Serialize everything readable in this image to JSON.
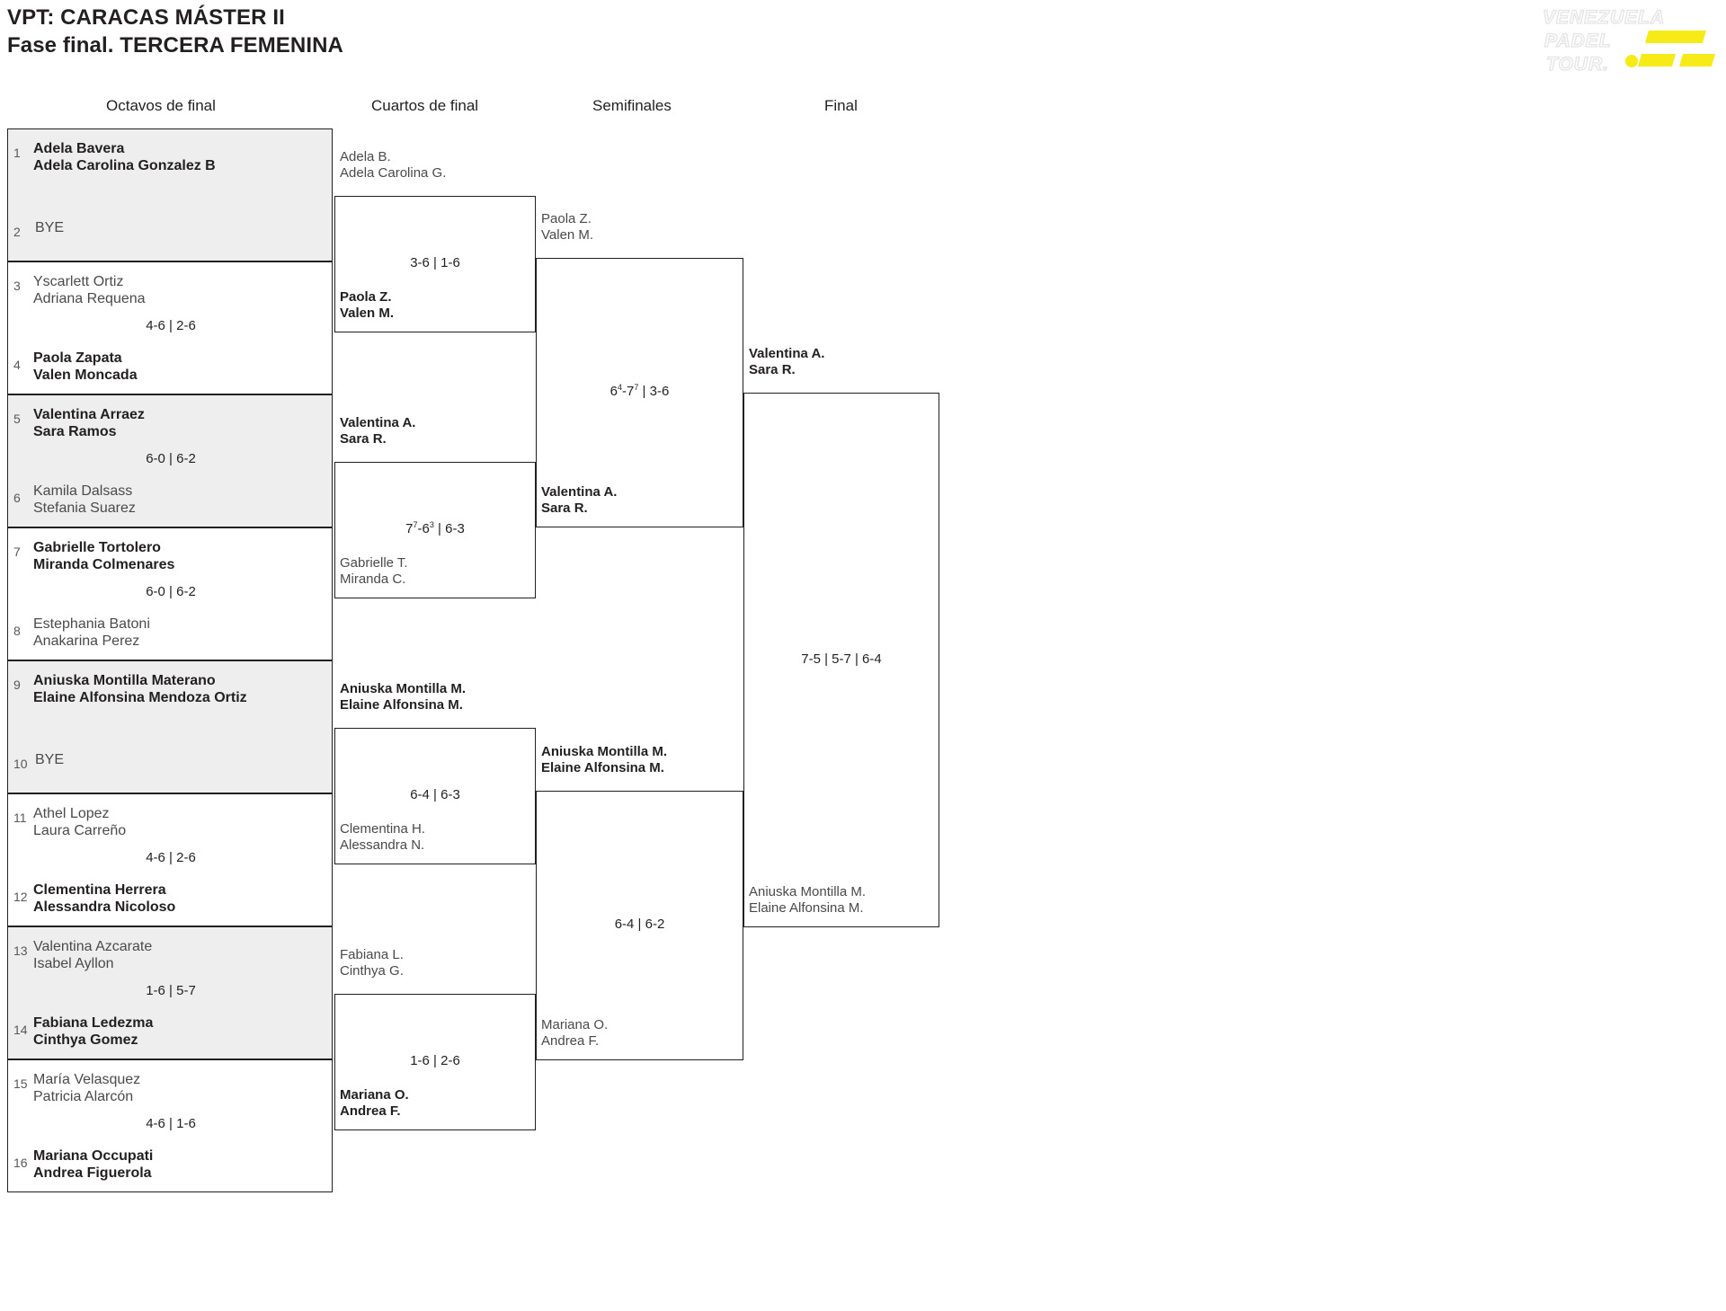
{
  "header": {
    "title_line1": "VPT: CARACAS MÁSTER II",
    "title_line2": "Fase final. TERCERA FEMENINA",
    "logo": {
      "line1": "VENEZUELA",
      "line2": "PADEL",
      "line3": "TOUR.",
      "accent_color": "#F6EB16"
    }
  },
  "rounds": [
    {
      "label": "Octavos de final"
    },
    {
      "label": "Cuartos de final"
    },
    {
      "label": "Semifinales"
    },
    {
      "label": "Final"
    }
  ],
  "round1": [
    {
      "shaded": true,
      "top": {
        "seed": "1",
        "p1": "Adela Bavera",
        "p2": "Adela Carolina Gonzalez B",
        "winner": true
      },
      "bottom": {
        "seed": "2",
        "bye": "BYE"
      },
      "score": ""
    },
    {
      "shaded": false,
      "top": {
        "seed": "3",
        "p1": "Yscarlett Ortiz",
        "p2": "Adriana Requena",
        "winner": false
      },
      "bottom": {
        "seed": "4",
        "p1": "Paola Zapata",
        "p2": "Valen Moncada",
        "winner": true
      },
      "score": "4-6 | 2-6"
    },
    {
      "shaded": true,
      "top": {
        "seed": "5",
        "p1": "Valentina Arraez",
        "p2": "Sara Ramos",
        "winner": true
      },
      "bottom": {
        "seed": "6",
        "p1": "Kamila Dalsass",
        "p2": "Stefania Suarez",
        "winner": false
      },
      "score": "6-0 | 6-2"
    },
    {
      "shaded": false,
      "top": {
        "seed": "7",
        "p1": "Gabrielle Tortolero",
        "p2": "Miranda Colmenares",
        "winner": true
      },
      "bottom": {
        "seed": "8",
        "p1": "Estephania Batoni",
        "p2": "Anakarina Perez",
        "winner": false
      },
      "score": "6-0 | 6-2"
    },
    {
      "shaded": true,
      "top": {
        "seed": "9",
        "p1": "Aniuska Montilla Materano",
        "p2": "Elaine Alfonsina Mendoza Ortiz",
        "winner": true
      },
      "bottom": {
        "seed": "10",
        "bye": "BYE"
      },
      "score": ""
    },
    {
      "shaded": false,
      "top": {
        "seed": "11",
        "p1": "Athel Lopez",
        "p2": "Laura Carreño",
        "winner": false
      },
      "bottom": {
        "seed": "12",
        "p1": "Clementina Herrera",
        "p2": "Alessandra Nicoloso",
        "winner": true
      },
      "score": "4-6 | 2-6"
    },
    {
      "shaded": true,
      "top": {
        "seed": "13",
        "p1": "Valentina Azcarate",
        "p2": "Isabel Ayllon",
        "winner": false
      },
      "bottom": {
        "seed": "14",
        "p1": "Fabiana Ledezma",
        "p2": "Cinthya Gomez",
        "winner": true
      },
      "score": "1-6 | 5-7"
    },
    {
      "shaded": false,
      "top": {
        "seed": "15",
        "p1": "María Velasquez",
        "p2": "Patricia Alarcón",
        "winner": false
      },
      "bottom": {
        "seed": "16",
        "p1": "Mariana Occupati",
        "p2": "Andrea Figuerola",
        "winner": true
      },
      "score": "4-6 | 1-6"
    }
  ],
  "round2": [
    {
      "top": {
        "p1": "Adela B.",
        "p2": "Adela Carolina G.",
        "winner": false
      },
      "bottom": {
        "p1": "Paola Z.",
        "p2": "Valen M.",
        "winner": true
      },
      "score_html": "3-6 | 1-6",
      "score_text": "3-6 | 1-6"
    },
    {
      "top": {
        "p1": "Valentina A.",
        "p2": "Sara R.",
        "winner": true
      },
      "bottom": {
        "p1": "Gabrielle T.",
        "p2": "Miranda C.",
        "winner": false
      },
      "score_html": "7<sup>7</sup>-6<sup>3</sup> | 6-3",
      "score_text": "7(7)-6(3) | 6-3"
    },
    {
      "top": {
        "p1": "Aniuska Montilla M.",
        "p2": "Elaine Alfonsina M.",
        "winner": true
      },
      "bottom": {
        "p1": "Clementina H.",
        "p2": "Alessandra N.",
        "winner": false
      },
      "score_html": "6-4 | 6-3",
      "score_text": "6-4 | 6-3"
    },
    {
      "top": {
        "p1": "Fabiana L.",
        "p2": "Cinthya G.",
        "winner": false
      },
      "bottom": {
        "p1": "Mariana O.",
        "p2": "Andrea F.",
        "winner": true
      },
      "score_html": "1-6 | 2-6",
      "score_text": "1-6 | 2-6"
    }
  ],
  "round3": [
    {
      "top": {
        "p1": "Paola Z.",
        "p2": "Valen M.",
        "winner": false
      },
      "bottom": {
        "p1": "Valentina A.",
        "p2": "Sara R.",
        "winner": true
      },
      "score_html": "6<sup>4</sup>-7<sup>7</sup> | 3-6",
      "score_text": "6(4)-7(7) | 3-6"
    },
    {
      "top": {
        "p1": "Aniuska Montilla M.",
        "p2": "Elaine Alfonsina M.",
        "winner": true
      },
      "bottom": {
        "p1": "Mariana O.",
        "p2": "Andrea F.",
        "winner": false
      },
      "score_html": "6-4 | 6-2",
      "score_text": "6-4 | 6-2"
    }
  ],
  "round4": [
    {
      "top": {
        "p1": "Valentina A.",
        "p2": "Sara R.",
        "winner": true
      },
      "bottom": {
        "p1": "Aniuska Montilla M.",
        "p2": "Elaine Alfonsina M.",
        "winner": false
      },
      "score_html": "7-5 | 5-7 | 6-4",
      "score_text": "7-5 | 5-7 | 6-4"
    }
  ]
}
